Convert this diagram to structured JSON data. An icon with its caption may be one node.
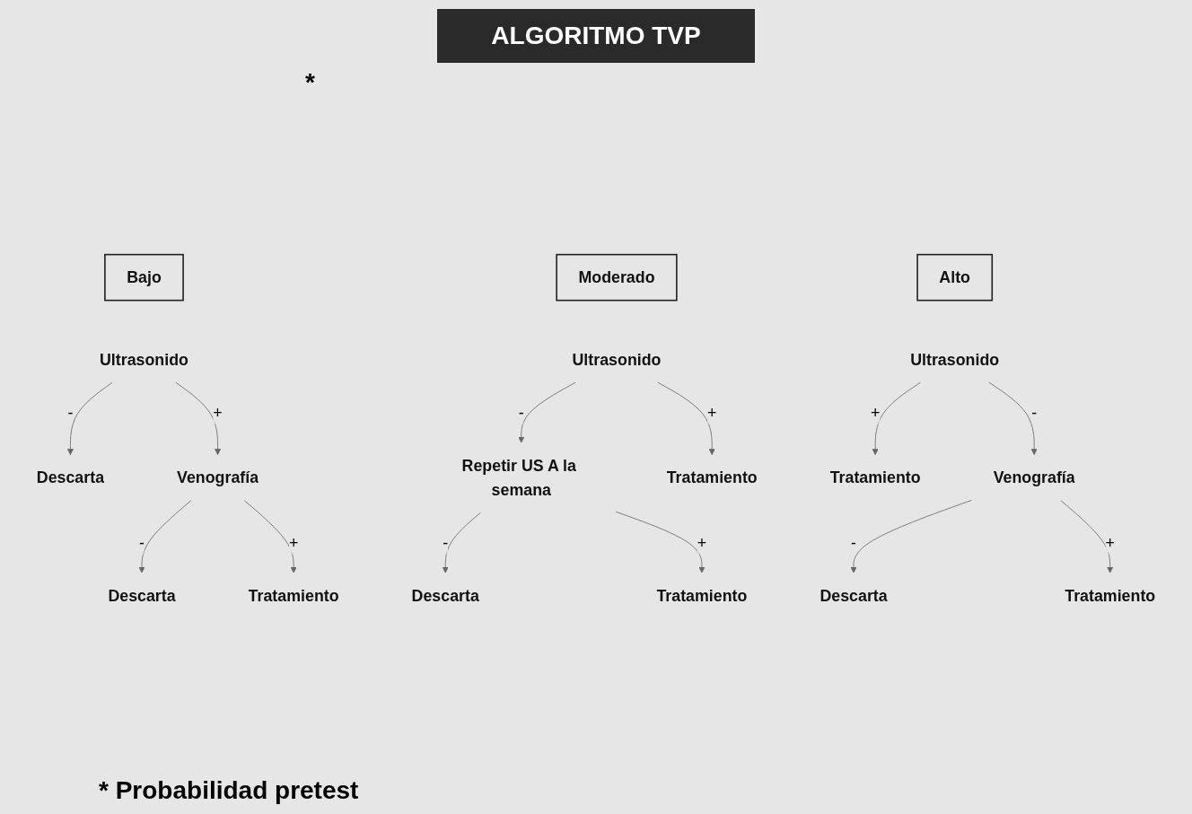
{
  "diagram": {
    "title": "ALGORITMO TVP",
    "nodes": [
      {
        "text": [
          "Bajo"
        ]
      },
      {
        "text": [
          "Moderado"
        ]
      },
      {
        "text": [
          "Alto"
        ]
      },
      {
        "text": [
          "Ultrasonido"
        ]
      },
      {
        "text": [
          "Ultrasonido"
        ]
      },
      {
        "text": [
          "Ultrasonido"
        ]
      },
      {
        "text": [
          "Descarta"
        ]
      },
      {
        "text": [
          "Venografía"
        ]
      },
      {
        "text": [
          "Descarta"
        ]
      },
      {
        "text": [
          "Tratamiento"
        ]
      },
      {
        "text": [
          "Repetir US A la semana"
        ]
      },
      {
        "text": [
          "Tratamiento"
        ]
      },
      {
        "text": [
          "Descarta"
        ]
      },
      {
        "text": [
          "Tratamiento"
        ]
      },
      {
        "text": [
          "Tratamiento"
        ]
      },
      {
        "text": [
          "Venografía"
        ]
      },
      {
        "text": [
          "Descarta"
        ]
      },
      {
        "text": [
          "Tratamiento"
        ]
      }
    ],
    "edges": [
      {
        "from": 3,
        "to": 6,
        "arrow": "to",
        "label": "-"
      },
      {
        "from": 3,
        "to": 7,
        "arrow": "to",
        "label": "+"
      },
      {
        "from": 7,
        "to": 8,
        "arrow": "to",
        "label": "-"
      },
      {
        "from": 7,
        "to": 9,
        "arrow": "to",
        "label": "+"
      },
      {
        "from": 4,
        "to": 10,
        "arrow": "to",
        "label": "-"
      },
      {
        "from": 4,
        "to": 11,
        "arrow": "to",
        "label": "+"
      },
      {
        "from": 10,
        "to": 12,
        "arrow": "to",
        "label": "-"
      },
      {
        "from": 10,
        "to": 13,
        "arrow": "to",
        "label": "+"
      },
      {
        "from": 5,
        "to": 15,
        "arrow": "to",
        "label": "-"
      },
      {
        "from": 5,
        "to": 14,
        "arrow": "to",
        "label": "+"
      },
      {
        "from": 15,
        "to": 16,
        "arrow": "to",
        "label": "-"
      },
      {
        "from": 15,
        "to": 17,
        "arrow": "to",
        "label": "+"
      }
    ],
    "labels": [
      "*",
      "* Probabilidad pretest"
    ]
  }
}
